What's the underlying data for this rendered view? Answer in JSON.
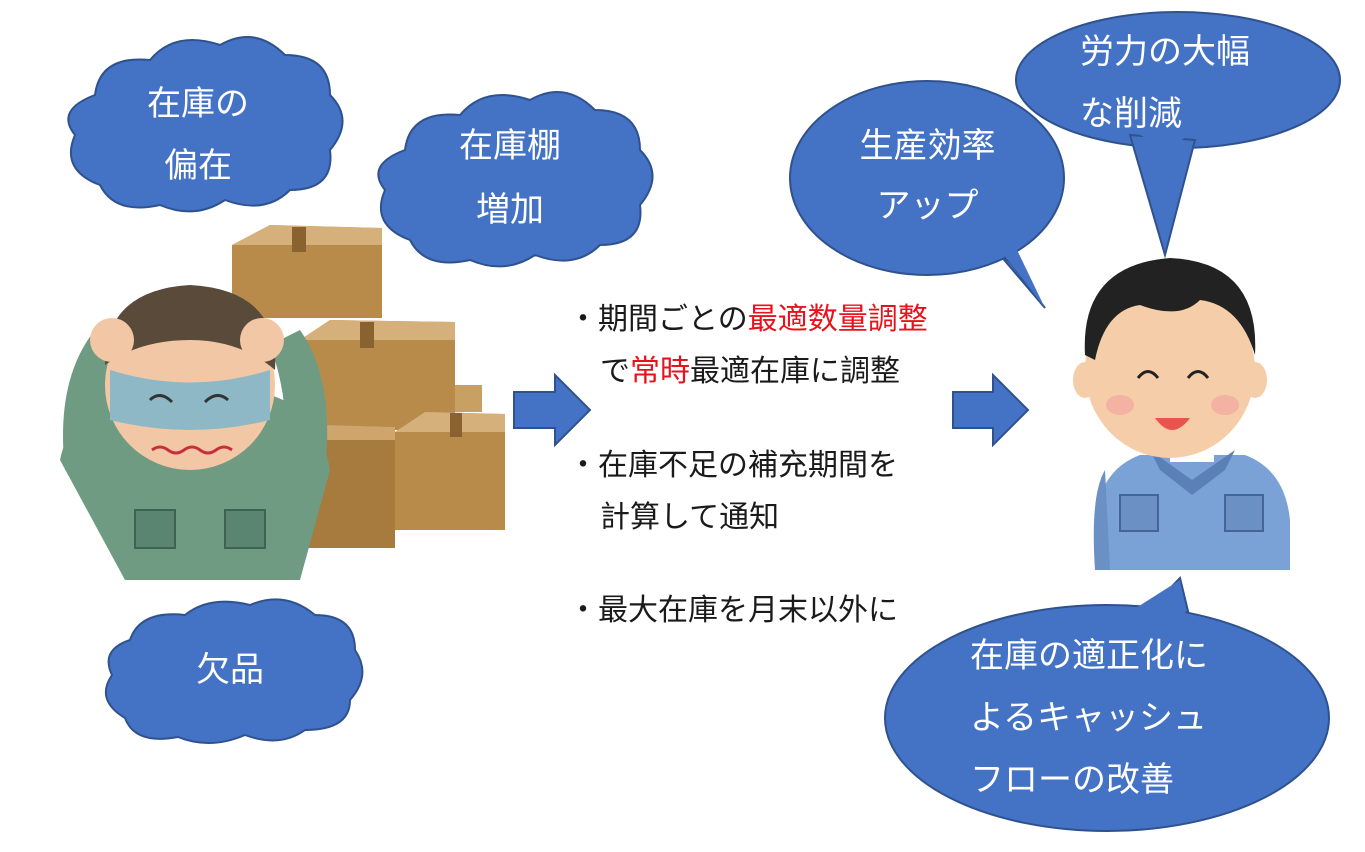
{
  "colors": {
    "bubble_fill": "#4472c4",
    "bubble_stroke": "#2f528f",
    "arrow_fill": "#4472c4",
    "highlight_red": "#e8121c",
    "text": "#1a1a1a"
  },
  "left_clouds": {
    "cloud1": {
      "line1": "在庫の",
      "line2": "偏在"
    },
    "cloud2": {
      "line1": "在庫棚",
      "line2": "増加"
    },
    "cloud3": {
      "line1": "欠品"
    }
  },
  "right_bubbles": {
    "bubble1": {
      "line1": "生産効率",
      "line2": "アップ"
    },
    "bubble2": {
      "line1": "労力の大幅",
      "line2": "な削減"
    },
    "bubble3": {
      "line1": "在庫の適正化に",
      "line2": "よるキャッシュ",
      "line3": "フローの改善"
    }
  },
  "measures": {
    "item1": {
      "bullet": "・",
      "part1": "期間ごとの",
      "part1_red": "最適数量調整",
      "line2_prefix": "で",
      "line2_red": "常時",
      "line2_rest": "最適在庫に調整"
    },
    "item2": {
      "bullet": "・",
      "line1": "在庫不足の補充期間を",
      "line2": "計算して通知"
    },
    "item3": {
      "bullet": "・",
      "line1": "最大在庫を月末以外に"
    }
  },
  "illustrations": {
    "left": "worried-worker-with-boxes",
    "right": "smiling-worker"
  }
}
